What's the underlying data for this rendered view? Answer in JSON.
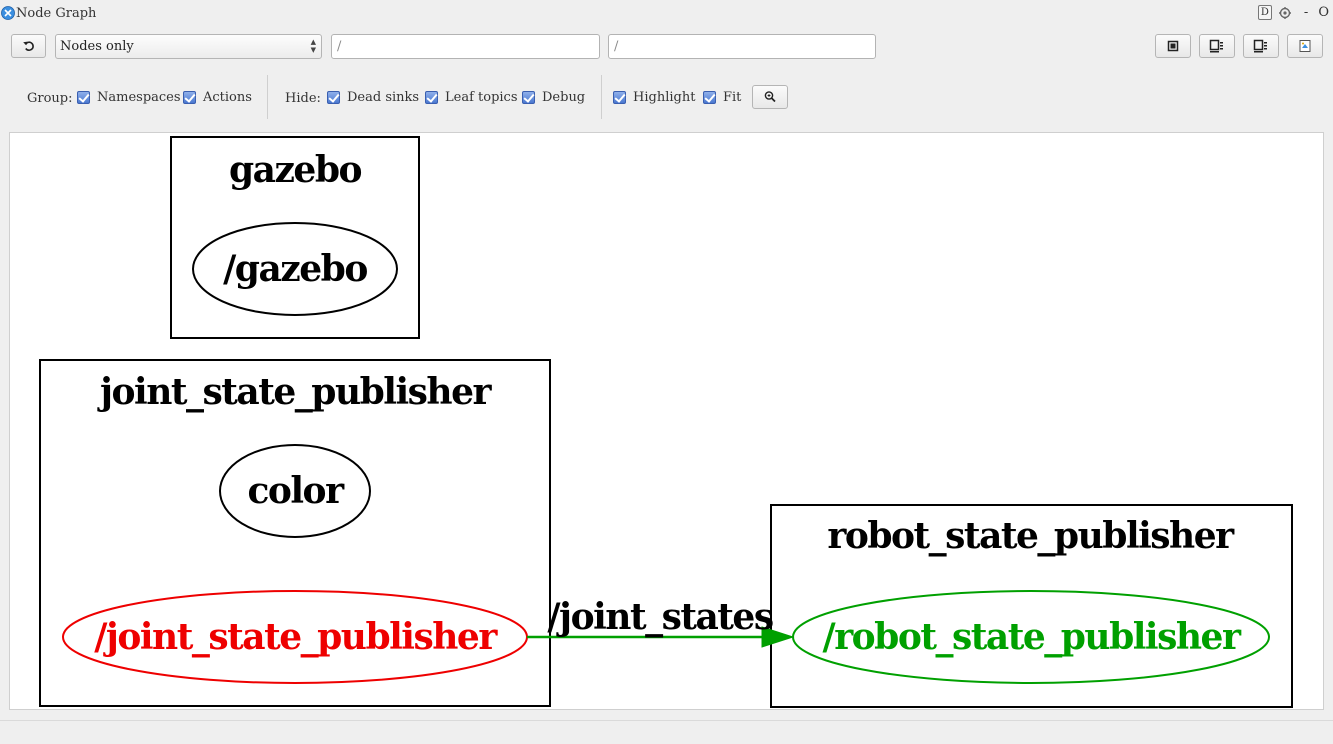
{
  "window": {
    "title": "Node Graph",
    "controls": {
      "help_glyph": "D",
      "minimize_glyph": "-",
      "close_glyph": "O"
    }
  },
  "toolbar": {
    "view_mode": {
      "selected": "Nodes only"
    },
    "namespace_filter": {
      "value": "/"
    },
    "topic_filter": {
      "value": "/"
    },
    "icons": {
      "refresh": "refresh-icon",
      "load": "folder-open-icon",
      "save_dot": "save-dot-icon",
      "save_svg": "save-svg-icon",
      "save_image": "save-image-icon",
      "zoom": "zoom-fit-icon"
    }
  },
  "options": {
    "group_label": "Group:",
    "namespaces": {
      "label": "Namespaces",
      "checked": true
    },
    "actions": {
      "label": "Actions",
      "checked": true
    },
    "hide_label": "Hide:",
    "dead_sinks": {
      "label": "Dead sinks",
      "checked": true
    },
    "leaf_topics": {
      "label": "Leaf topics",
      "checked": true
    },
    "debug": {
      "label": "Debug",
      "checked": true
    },
    "highlight": {
      "label": "Highlight",
      "checked": true
    },
    "fit": {
      "label": "Fit",
      "checked": true
    }
  },
  "graph": {
    "clusters": {
      "gazebo": "gazebo",
      "joint_state_publisher": "joint_state_publisher",
      "robot_state_publisher": "robot_state_publisher"
    },
    "nodes": {
      "gazebo": "/gazebo",
      "color": "color",
      "joint_state_publisher": "/joint_state_publisher",
      "robot_state_publisher": "/robot_state_publisher"
    },
    "edge": {
      "label": "/joint_states",
      "from": "/joint_state_publisher",
      "to": "/robot_state_publisher"
    },
    "colors": {
      "default": "#000000",
      "highlight_source": "#ee0000",
      "highlight_target": "#00a000",
      "edge": "#00a000",
      "checkbox": "#4a78d0"
    }
  }
}
